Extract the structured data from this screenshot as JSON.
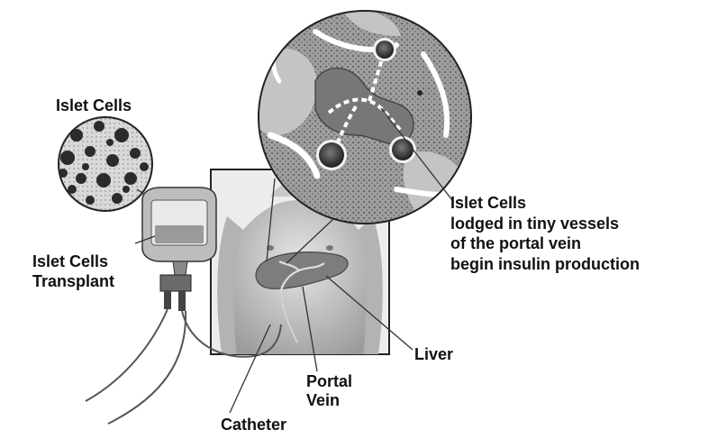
{
  "labels": {
    "islet_cells": "Islet Cells",
    "transplant": [
      "Islet Cells",
      "Transplant"
    ],
    "lodged": [
      "Islet Cells",
      "lodged in tiny vessels",
      "of the portal vein",
      "begin insulin production"
    ],
    "liver": "Liver",
    "portal_vein": [
      "Portal",
      "Vein"
    ],
    "catheter": "Catheter"
  },
  "colors": {
    "ink": "#111111",
    "tissue": "#8f8f8f",
    "tissue_light": "#bdbdbd",
    "skin": "#d6d6d6",
    "skin_shadow": "#9e9e9e",
    "liver": "#7a7a7a",
    "cell_dark": "#2b2b2b"
  }
}
